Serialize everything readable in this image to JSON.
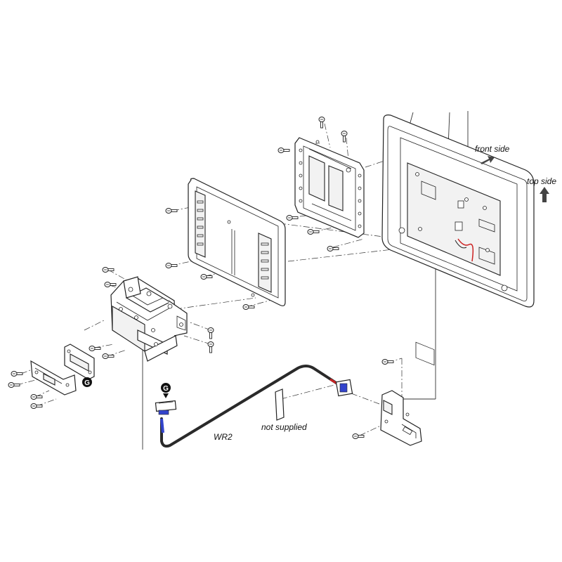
{
  "labels": {
    "front_side": "front side",
    "top_side": "top side",
    "cable": "WR2",
    "not_supplied": "not supplied",
    "marker_letter": "G"
  },
  "colors": {
    "line": "#222222",
    "cable": "#2a2a2a",
    "cable_blue": "#3344cc",
    "wire_red": "#cc2222",
    "marker_fill": "#111111"
  },
  "icons": {
    "arrow": "direction-arrow-icon",
    "screw": "screw-icon",
    "marker": "circle-letter-marker-icon"
  }
}
